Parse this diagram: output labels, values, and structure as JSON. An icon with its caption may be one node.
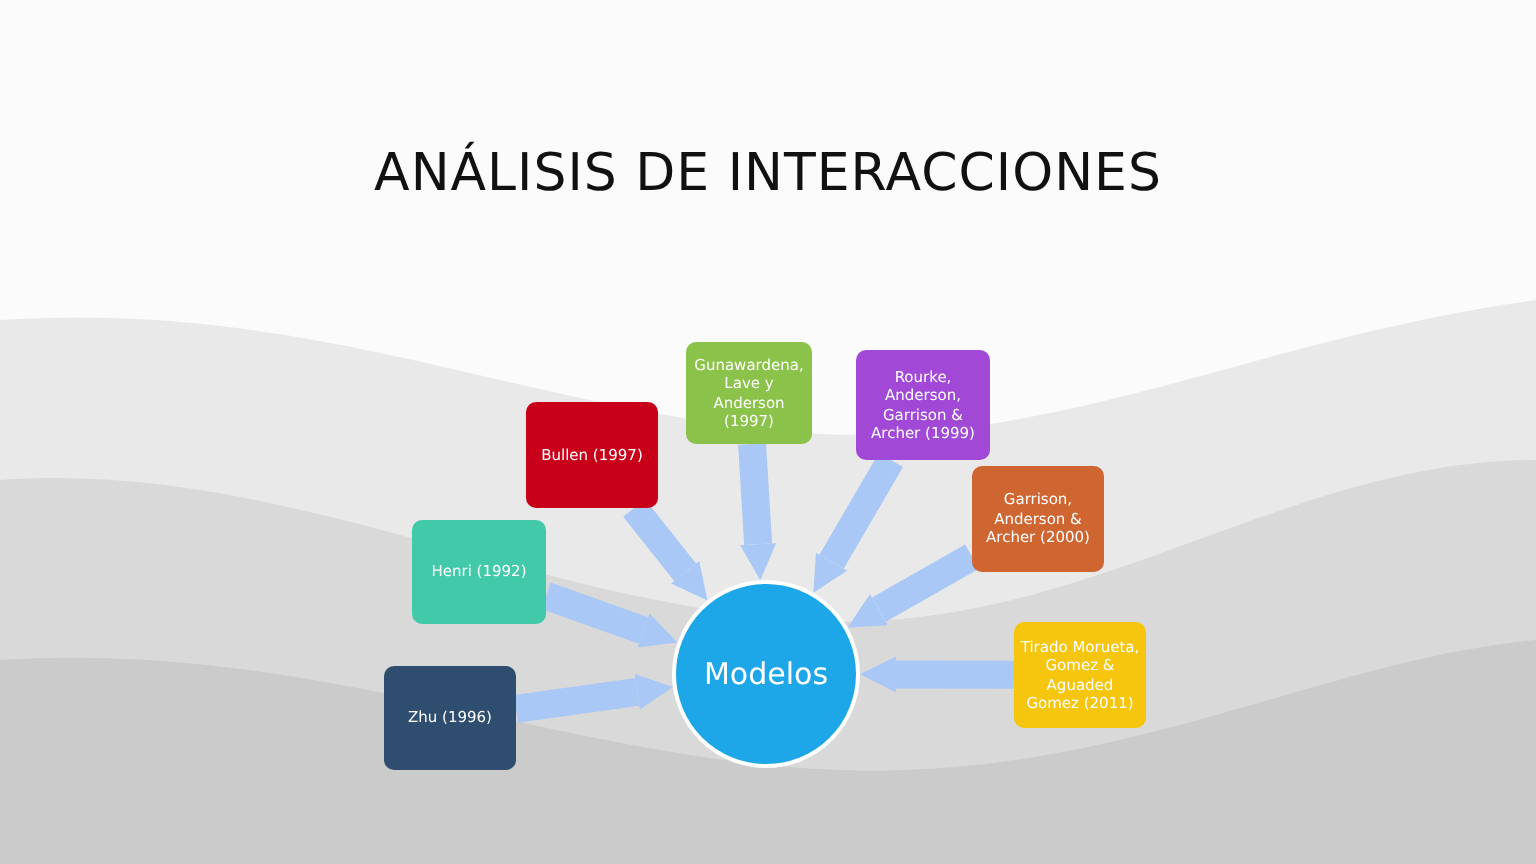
{
  "diagram": {
    "title": "ANÁLISIS DE INTERACCIONES",
    "nodes": [
      {
        "text": [
          "Gunawardena, Lave y Anderson (1997)"
        ]
      },
      {
        "text": [
          "Rourke, Anderson, Garrison & Archer (1999)"
        ]
      },
      {
        "text": [
          "Bullen (1997)"
        ]
      },
      {
        "text": [
          "Garrison, Anderson & Archer (2000)"
        ]
      },
      {
        "text": [
          "Henri  (1992)"
        ]
      },
      {
        "text": [
          "Tirado Morueta, Gomez & Aguaded Gomez (2011)"
        ]
      },
      {
        "text": [
          "Zhu (1996)"
        ]
      },
      {
        "text": [
          "Modelos"
        ]
      }
    ],
    "edges": [
      {
        "from": 0,
        "to": 7,
        "arrow": "to"
      },
      {
        "from": 1,
        "to": 7,
        "arrow": "to"
      },
      {
        "from": 2,
        "to": 7,
        "arrow": "to"
      },
      {
        "from": 3,
        "to": 7,
        "arrow": "to"
      },
      {
        "from": 4,
        "to": 7,
        "arrow": "to"
      },
      {
        "from": 5,
        "to": 7,
        "arrow": "to"
      },
      {
        "from": 6,
        "to": 7,
        "arrow": "to"
      }
    ]
  }
}
